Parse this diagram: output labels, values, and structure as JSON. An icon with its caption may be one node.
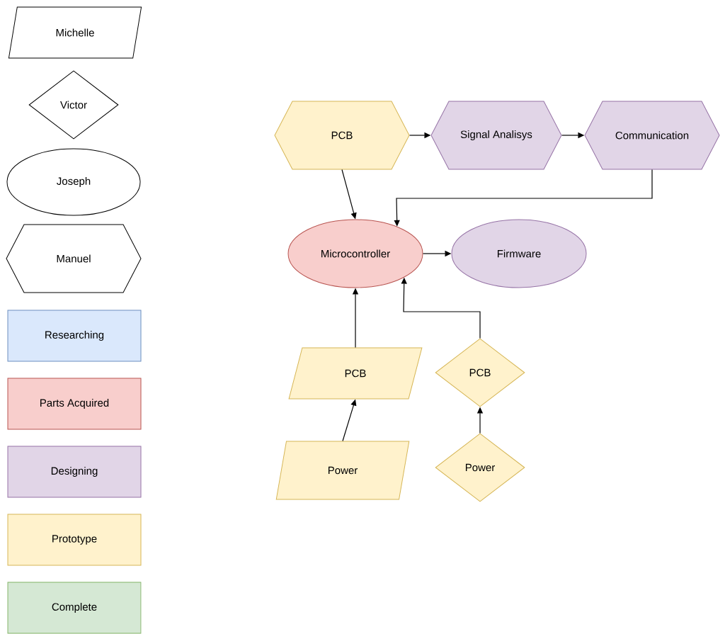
{
  "diagram": {
    "nodes": [
      {
        "text": [
          "Michelle"
        ]
      },
      {
        "text": [
          "Victor"
        ]
      },
      {
        "text": [
          "Joseph"
        ]
      },
      {
        "text": [
          "Manuel"
        ]
      },
      {
        "text": [
          "PCB"
        ]
      },
      {
        "text": [
          "Signal Analisys"
        ]
      },
      {
        "text": [
          "Communication"
        ]
      },
      {
        "text": [
          "Microcontroller"
        ]
      },
      {
        "text": [
          "Firmware"
        ]
      },
      {
        "text": [
          "PCB"
        ]
      },
      {
        "text": [
          "PCB"
        ]
      },
      {
        "text": [
          "Power"
        ]
      },
      {
        "text": [
          "Power"
        ]
      }
    ],
    "edges": [
      {
        "from": 4,
        "to": 5,
        "arrow": "to"
      },
      {
        "from": 5,
        "to": 6,
        "arrow": "to"
      },
      {
        "from": 4,
        "to": 7,
        "arrow": "to"
      },
      {
        "from": 6,
        "to": 7,
        "arrow": "to"
      },
      {
        "from": 7,
        "to": 8,
        "arrow": "to"
      },
      {
        "from": 9,
        "to": 7,
        "arrow": "to"
      },
      {
        "from": 10,
        "to": 7,
        "arrow": "to"
      },
      {
        "from": 11,
        "to": 9,
        "arrow": "to"
      },
      {
        "from": 12,
        "to": 10,
        "arrow": "to"
      }
    ],
    "legend": [
      {
        "text": "Researching",
        "color": "#dae8fc"
      },
      {
        "text": "Parts Acquired",
        "color": "#f8cecc"
      },
      {
        "text": "Designing",
        "color": "#e1d5e7"
      },
      {
        "text": "Prototype",
        "color": "#fff2cc"
      },
      {
        "text": "Complete",
        "color": "#d5e8d4"
      }
    ]
  }
}
